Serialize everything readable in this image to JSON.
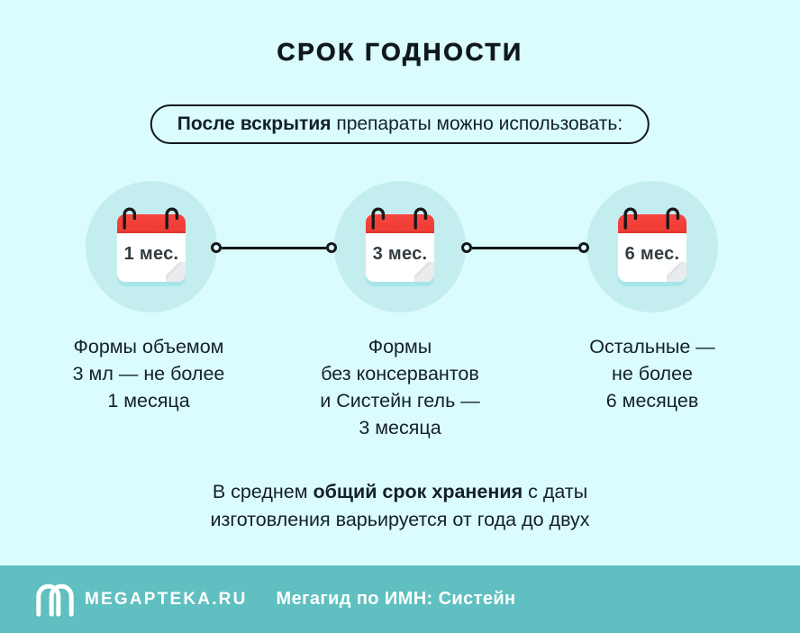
{
  "header": {
    "title": "СРОК ГОДНОСТИ"
  },
  "subtitle": {
    "bold": "После вскрытия",
    "rest": " препараты можно использовать:"
  },
  "timeline": {
    "items": [
      {
        "badge": "1 мес.",
        "lines": [
          "Формы объемом",
          "3 мл — не более",
          "1 месяца"
        ]
      },
      {
        "badge": "3 мес.",
        "lines": [
          "Формы",
          "без консервантов",
          "и Систейн гель —",
          "3 месяца"
        ]
      },
      {
        "badge": "6 мес.",
        "lines": [
          "Остальные —",
          "не более",
          "6 месяцев"
        ]
      }
    ]
  },
  "note": {
    "prefix": "В среднем ",
    "bold": "общий срок хранения",
    "suffix": " с даты",
    "line2": "изготовления варьируется от года до двух"
  },
  "footer": {
    "brand": "MEGAPTEKA.RU",
    "caption": "Мегагид по ИМН: Систейн",
    "logo_icon": "megapteka-m-icon"
  },
  "colors": {
    "bg": "#dafcfc",
    "mint": "#c4edef",
    "red": "#f8453e",
    "teal": "#60bfc0",
    "ink": "#15202a"
  }
}
